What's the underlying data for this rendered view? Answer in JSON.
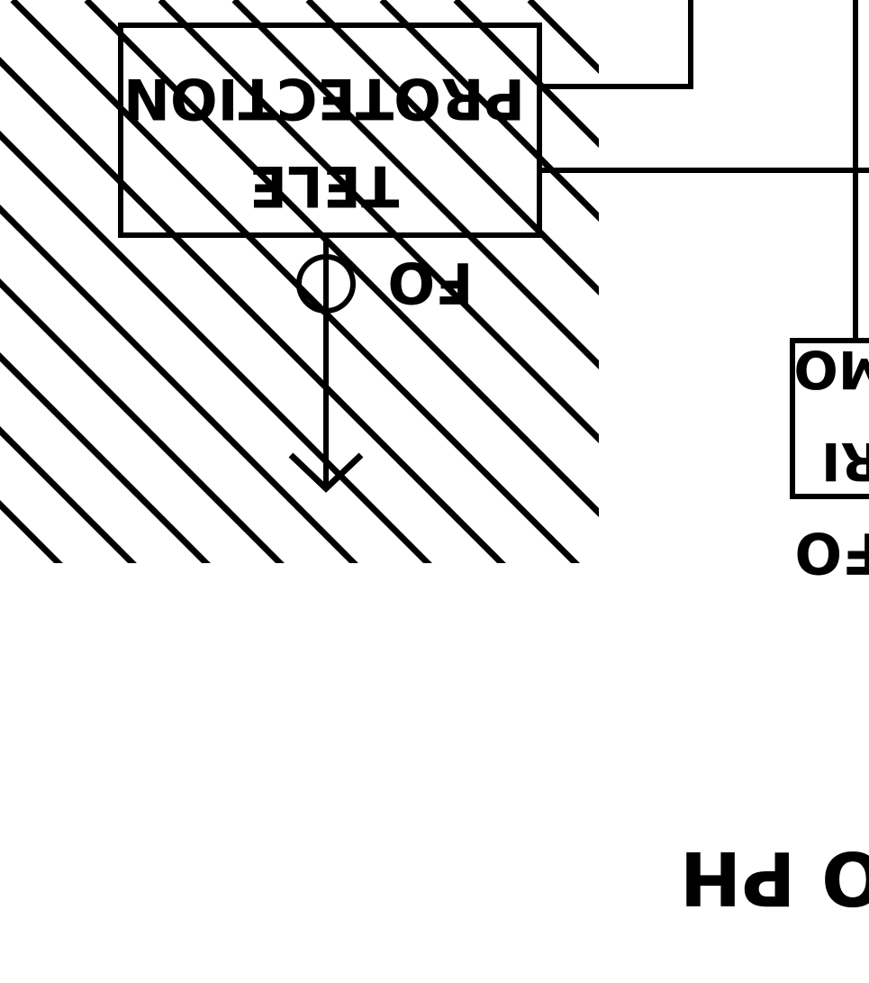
{
  "diagram": {
    "protection_box": {
      "line1": "PROTECTION",
      "line2": "TELE"
    },
    "fo_label": "FO",
    "right_box": {
      "line1": "MO",
      "line2": "RI"
    },
    "right_fo_label": "FO",
    "bottom_label": "AO  PH"
  },
  "colors": {
    "ink": "#000000",
    "background": "#ffffff"
  }
}
